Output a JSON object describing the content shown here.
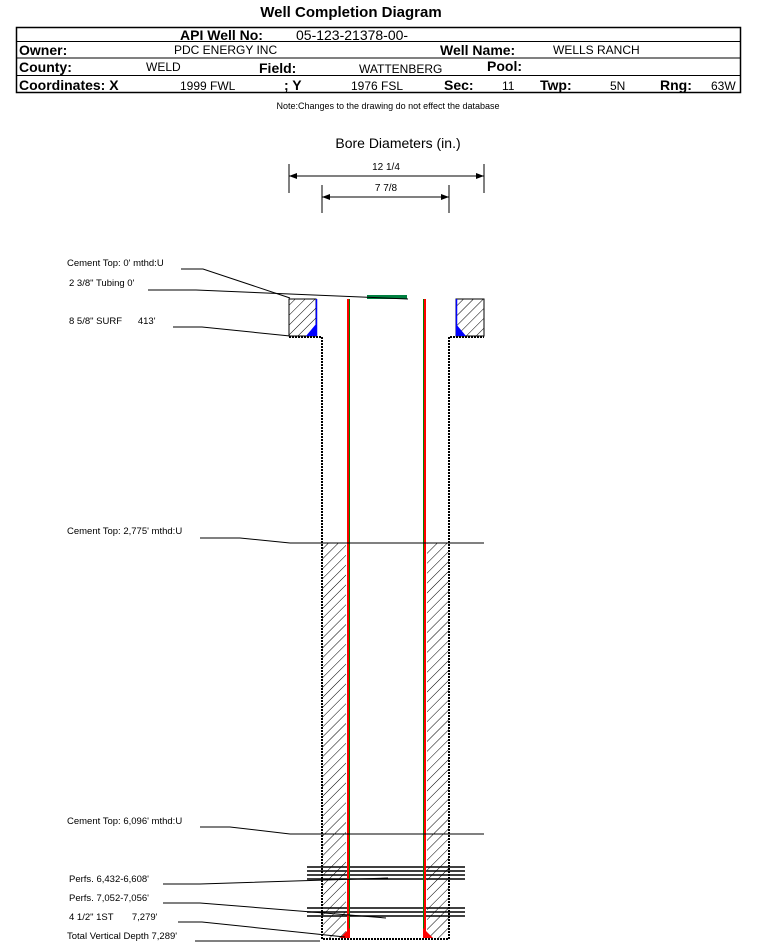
{
  "title": "Well Completion Diagram",
  "header": {
    "api_label": "API Well No:",
    "api_value": "05-123-21378-00-",
    "owner_label": "Owner:",
    "owner_value": "PDC ENERGY INC",
    "well_name_label": "Well Name:",
    "well_name_value": "WELLS RANCH",
    "county_label": "County:",
    "county_value": "WELD",
    "field_label": "Field:",
    "field_value": "WATTENBERG",
    "pool_label": "Pool:",
    "coord_x_label": "Coordinates: X",
    "coord_x_value": "1999 FWL",
    "coord_y_label": "; Y",
    "coord_y_value": "1976 FSL",
    "sec_label": "Sec:",
    "sec_value": "11",
    "twp_label": "Twp:",
    "twp_value": "5N",
    "rng_label": "Rng:",
    "rng_value": "63W"
  },
  "note": "Note:Changes to the drawing do not effect the database",
  "diagram": {
    "bore_title": "Bore Diameters (in.)",
    "bore_outer": "12 1/4",
    "bore_inner": "7 7/8",
    "labels": {
      "cement_top_0": "Cement Top: 0' mthd:U",
      "tubing": "2 3/8\" Tubing 0'",
      "surf_casing": "8 5/8\" SURF      413'",
      "cement_top_2775": "Cement Top: 2,775' mthd:U",
      "cement_top_6096": "Cement Top: 6,096' mthd:U",
      "perfs_1": "Perfs. 6,432-6,608'",
      "perfs_2": "Perfs. 7,052-7,056'",
      "prod_casing": "4 1/2\" 1ST       7,279'",
      "tvd": "Total Vertical Depth 7,289'"
    },
    "colors": {
      "casing": "#ff0000",
      "casing_edge": "#008000",
      "surface_cement": "#0000ff",
      "tubing": "#008040"
    }
  }
}
